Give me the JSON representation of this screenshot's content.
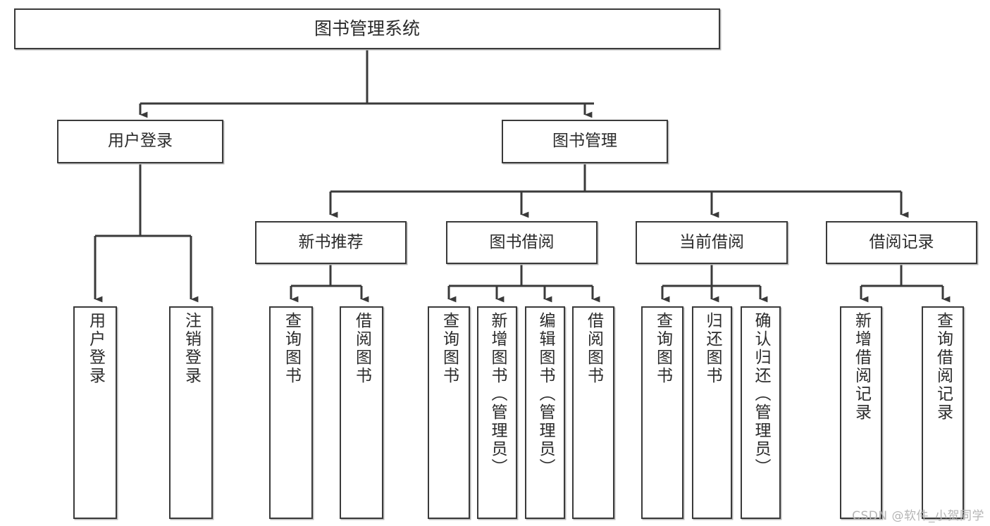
{
  "diagram": {
    "type": "hierarchy-tree",
    "title": "图书管理系统",
    "watermark": "CSDN @软件_小贺同学",
    "colors": {
      "box_border": "#3a3a3a",
      "box_fill": "#ffffff",
      "connector": "#3a3a3a",
      "text": "#2b2b2b",
      "watermark": "#b5b5b5",
      "background": "#ffffff"
    },
    "root": {
      "label": "图书管理系统"
    },
    "level2": [
      {
        "label": "用户登录"
      },
      {
        "label": "图书管理"
      }
    ],
    "level3": [
      {
        "label": "新书推荐"
      },
      {
        "label": "图书借阅"
      },
      {
        "label": "当前借阅"
      },
      {
        "label": "借阅记录"
      }
    ],
    "leaves": {
      "user_login": [
        {
          "label": "用户登录"
        },
        {
          "label": "注销登录"
        }
      ],
      "new_book_recommend": [
        {
          "label": "查询图书"
        },
        {
          "label": "借阅图书"
        }
      ],
      "book_borrow": [
        {
          "label": "查询图书"
        },
        {
          "label": "新增图书（管理员）"
        },
        {
          "label": "编辑图书（管理员）"
        },
        {
          "label": "借阅图书"
        }
      ],
      "current_borrow": [
        {
          "label": "查询图书"
        },
        {
          "label": "归还图书"
        },
        {
          "label": "确认归还（管理员）"
        }
      ],
      "borrow_record": [
        {
          "label": "新增借阅记录"
        },
        {
          "label": "查询借阅记录"
        }
      ]
    }
  }
}
